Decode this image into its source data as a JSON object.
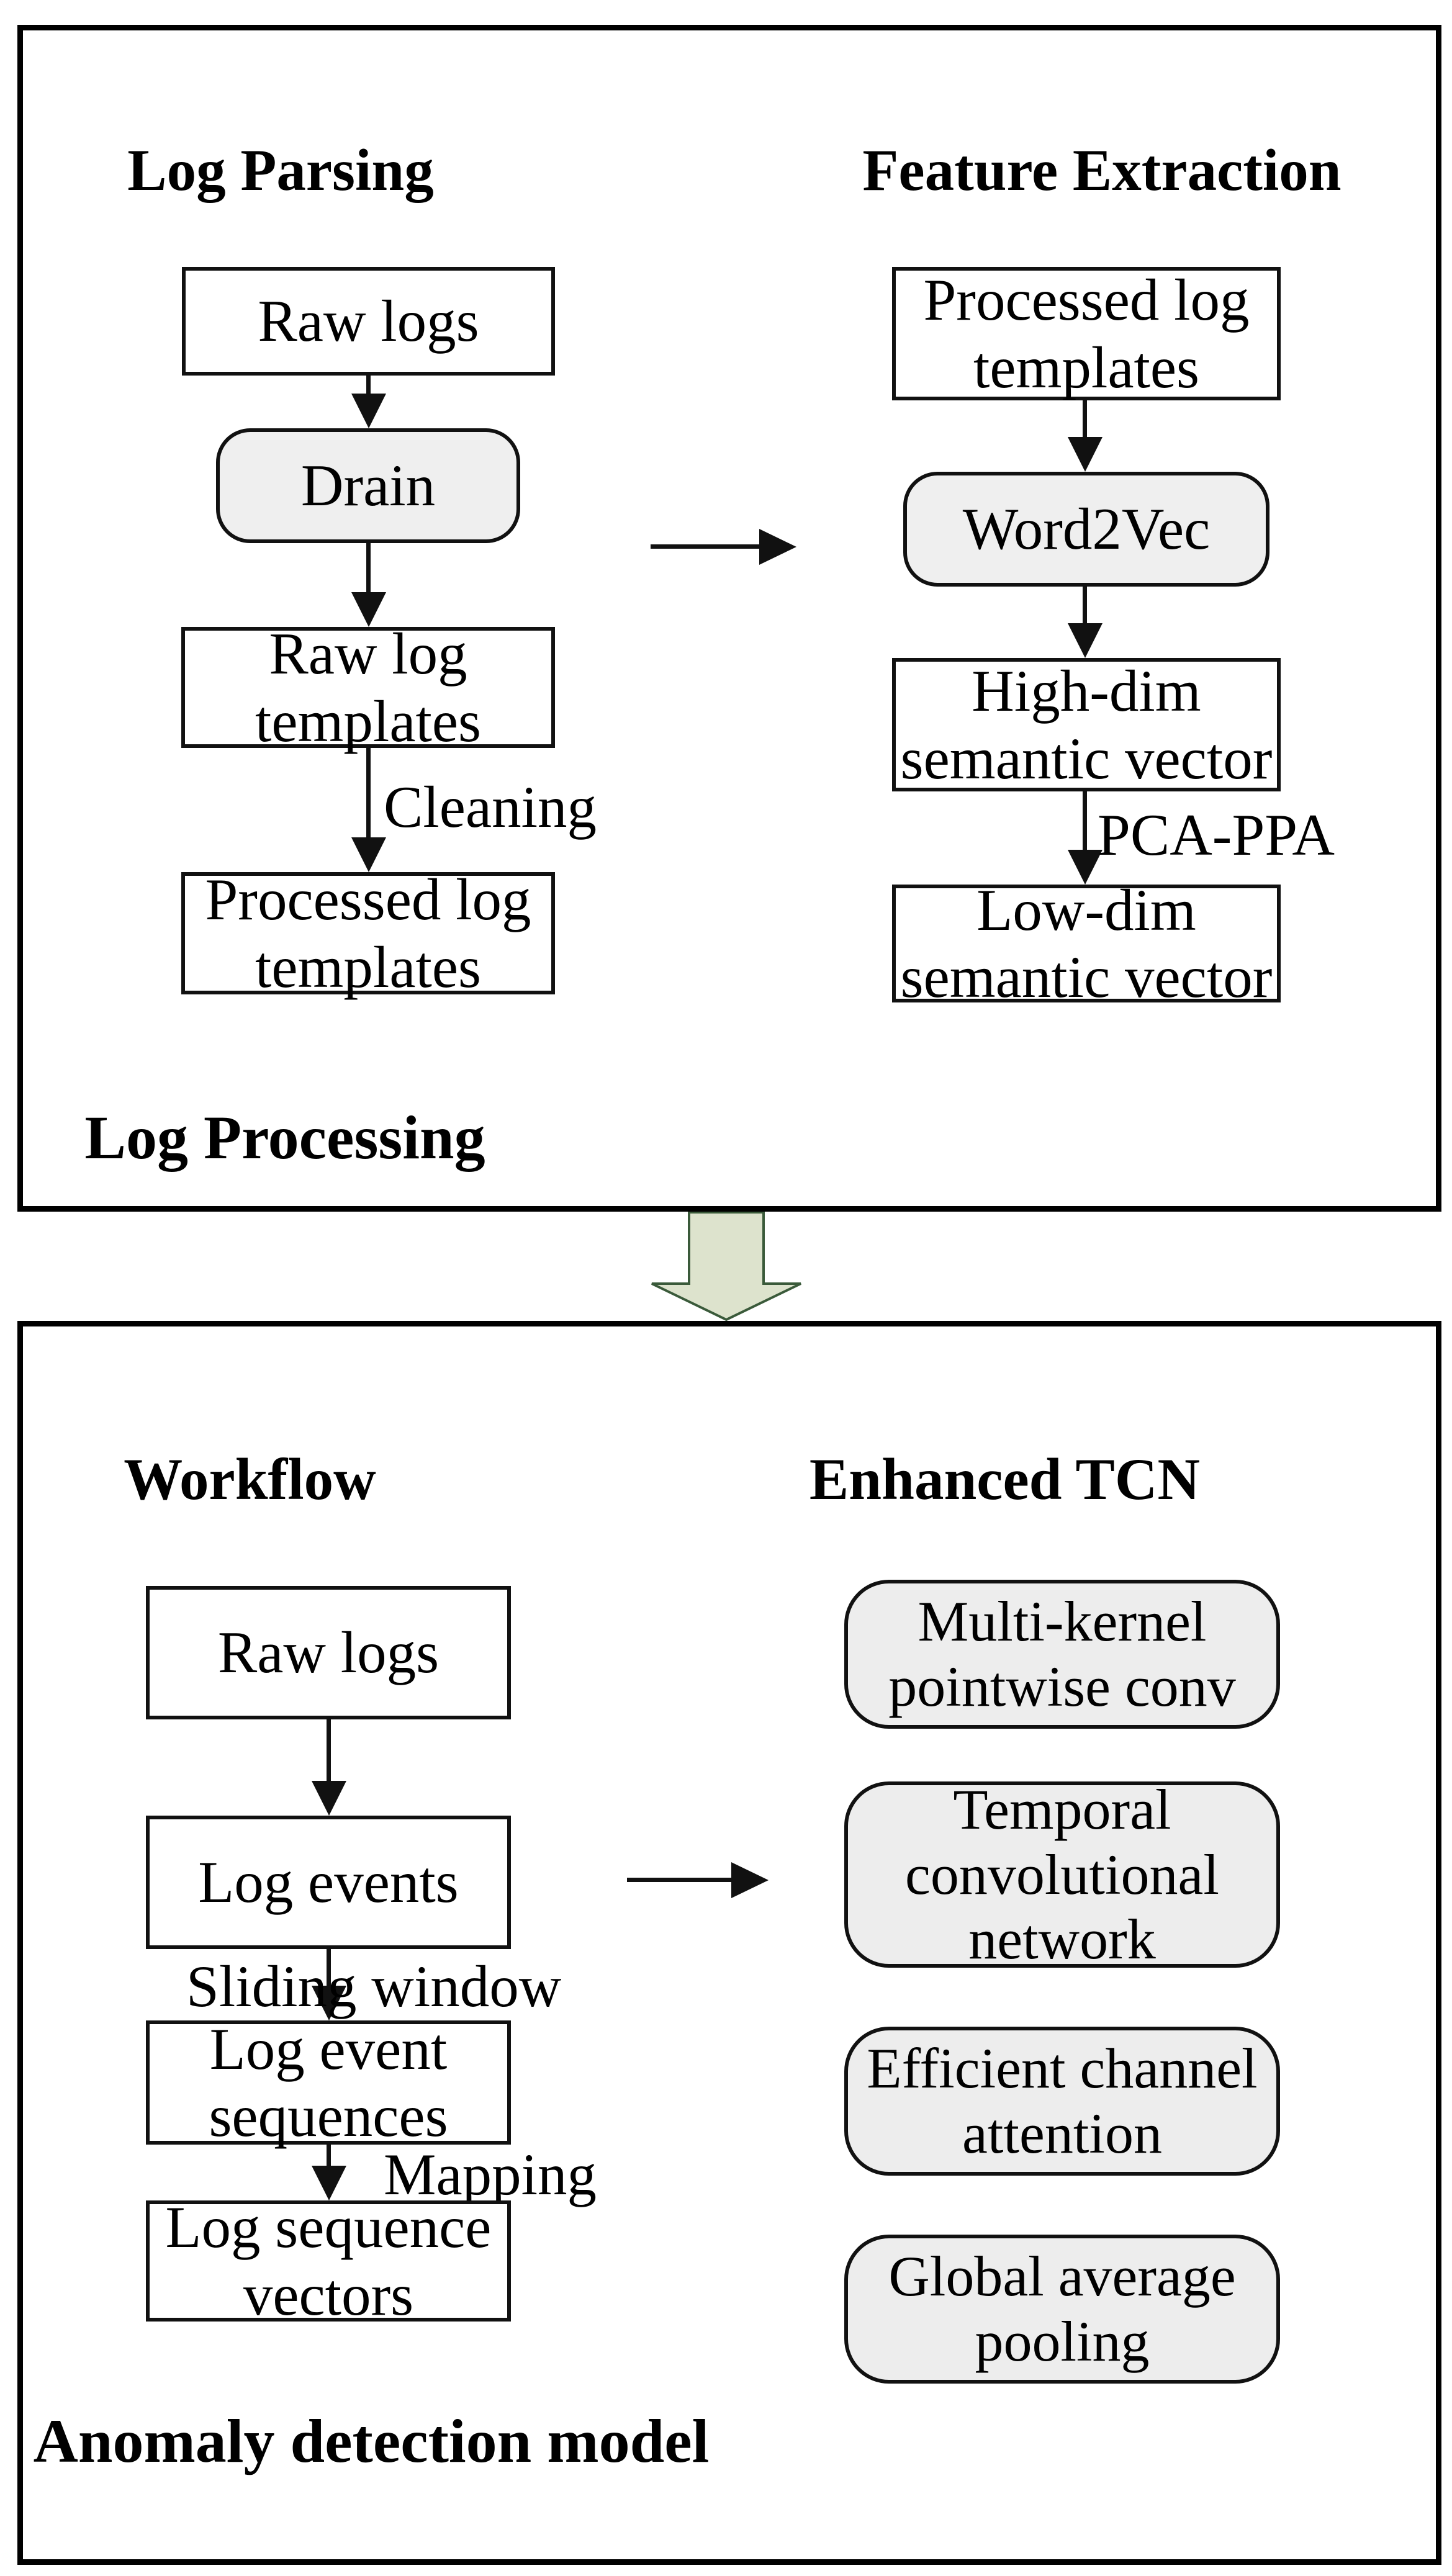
{
  "diagram": {
    "top_section": {
      "log_parsing_group": {
        "title": "Log Parsing",
        "nodes": {
          "raw_logs": "Raw logs",
          "drain": "Drain",
          "raw_log_templates": "Raw log\ntemplates",
          "processed_log_templates": "Processed log\ntemplates"
        },
        "edge_labels": {
          "cleaning": "Cleaning"
        }
      },
      "feature_extraction_group": {
        "title": "Feature Extraction",
        "nodes": {
          "processed_log_templates": "Processed log\ntemplates",
          "word2vec": "Word2Vec",
          "high_dim_semantic_vector": "High-dim\nsemantic vector",
          "low_dim_semantic_vector": "Low-dim\nsemantic vector"
        },
        "edge_labels": {
          "pca_ppa": "PCA-PPA"
        }
      },
      "caption": "Log Processing"
    },
    "bottom_section": {
      "workflow_group": {
        "title": "Workflow",
        "nodes": {
          "raw_logs": "Raw logs",
          "log_events": "Log events",
          "log_event_sequences": "Log event\nsequences",
          "log_sequence_vectors": "Log sequence\nvectors"
        },
        "edge_labels": {
          "sliding_window": "Sliding window",
          "mapping": "Mapping"
        }
      },
      "enhanced_tcn_group": {
        "title": "Enhanced TCN",
        "nodes": {
          "multi_kernel_pointwise_conv": "Multi-kernel\npointwise conv",
          "temporal_convolutional_network": "Temporal\nconvolutional\nnetwork",
          "efficient_channel_attention": "Efficient channel\nattention",
          "global_average_pooling": "Global average\npooling"
        }
      },
      "caption": "Anomaly detection model"
    },
    "colors": {
      "node_fill_gray": "#efefef",
      "block_arrow_fill": "#dde3cd",
      "block_arrow_stroke": "#3a5a3a",
      "line_color": "#111111"
    }
  }
}
